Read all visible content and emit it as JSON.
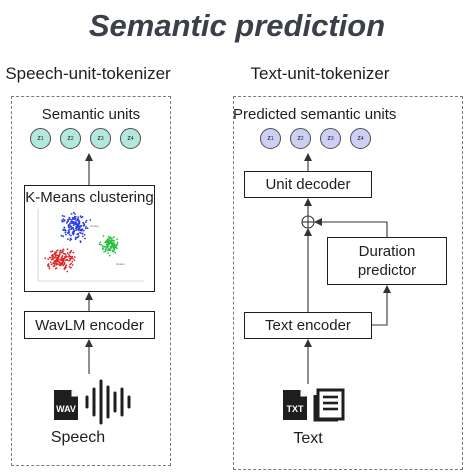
{
  "title": "Semantic prediction",
  "left_panel": {
    "heading": "Speech-unit-tokenizer",
    "output_label": "Semantic units",
    "units": [
      "z1",
      "z2",
      "z3",
      "z4"
    ],
    "cluster_box": "K-Means clustering",
    "encoder": "WavLM encoder",
    "input_icon": "wav-file-icon",
    "input_label": "Speech"
  },
  "right_panel": {
    "heading": "Text-unit-tokenizer",
    "output_label": "Predicted semantic units",
    "units": [
      "z1",
      "z2",
      "z3",
      "z4"
    ],
    "decoder": "Unit decoder",
    "duration_predictor": "Duration\npredictor",
    "encoder": "Text encoder",
    "input_icon": "txt-file-icon",
    "input_label": "Text"
  },
  "colors": {
    "semantic_units": "#b3e8de",
    "predicted_units": "#cdd0f4",
    "cluster_blue": "#2b3fe0",
    "cluster_red": "#e02828",
    "cluster_green": "#28c040"
  }
}
